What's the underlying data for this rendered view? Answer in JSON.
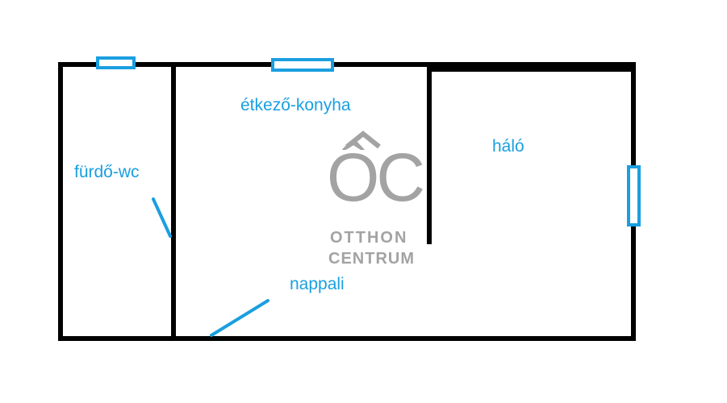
{
  "rooms": {
    "bathroom": "fürdő-wc",
    "kitchen": "étkező-konyha",
    "bedroom": "háló",
    "living": "nappali"
  },
  "logo": {
    "mark": "ÔC",
    "line1": "OTTHON",
    "line2": "CENTRUM"
  },
  "colors": {
    "wall": "#000000",
    "accent": "#1a9fe0",
    "logo": "#a3a3a3"
  }
}
